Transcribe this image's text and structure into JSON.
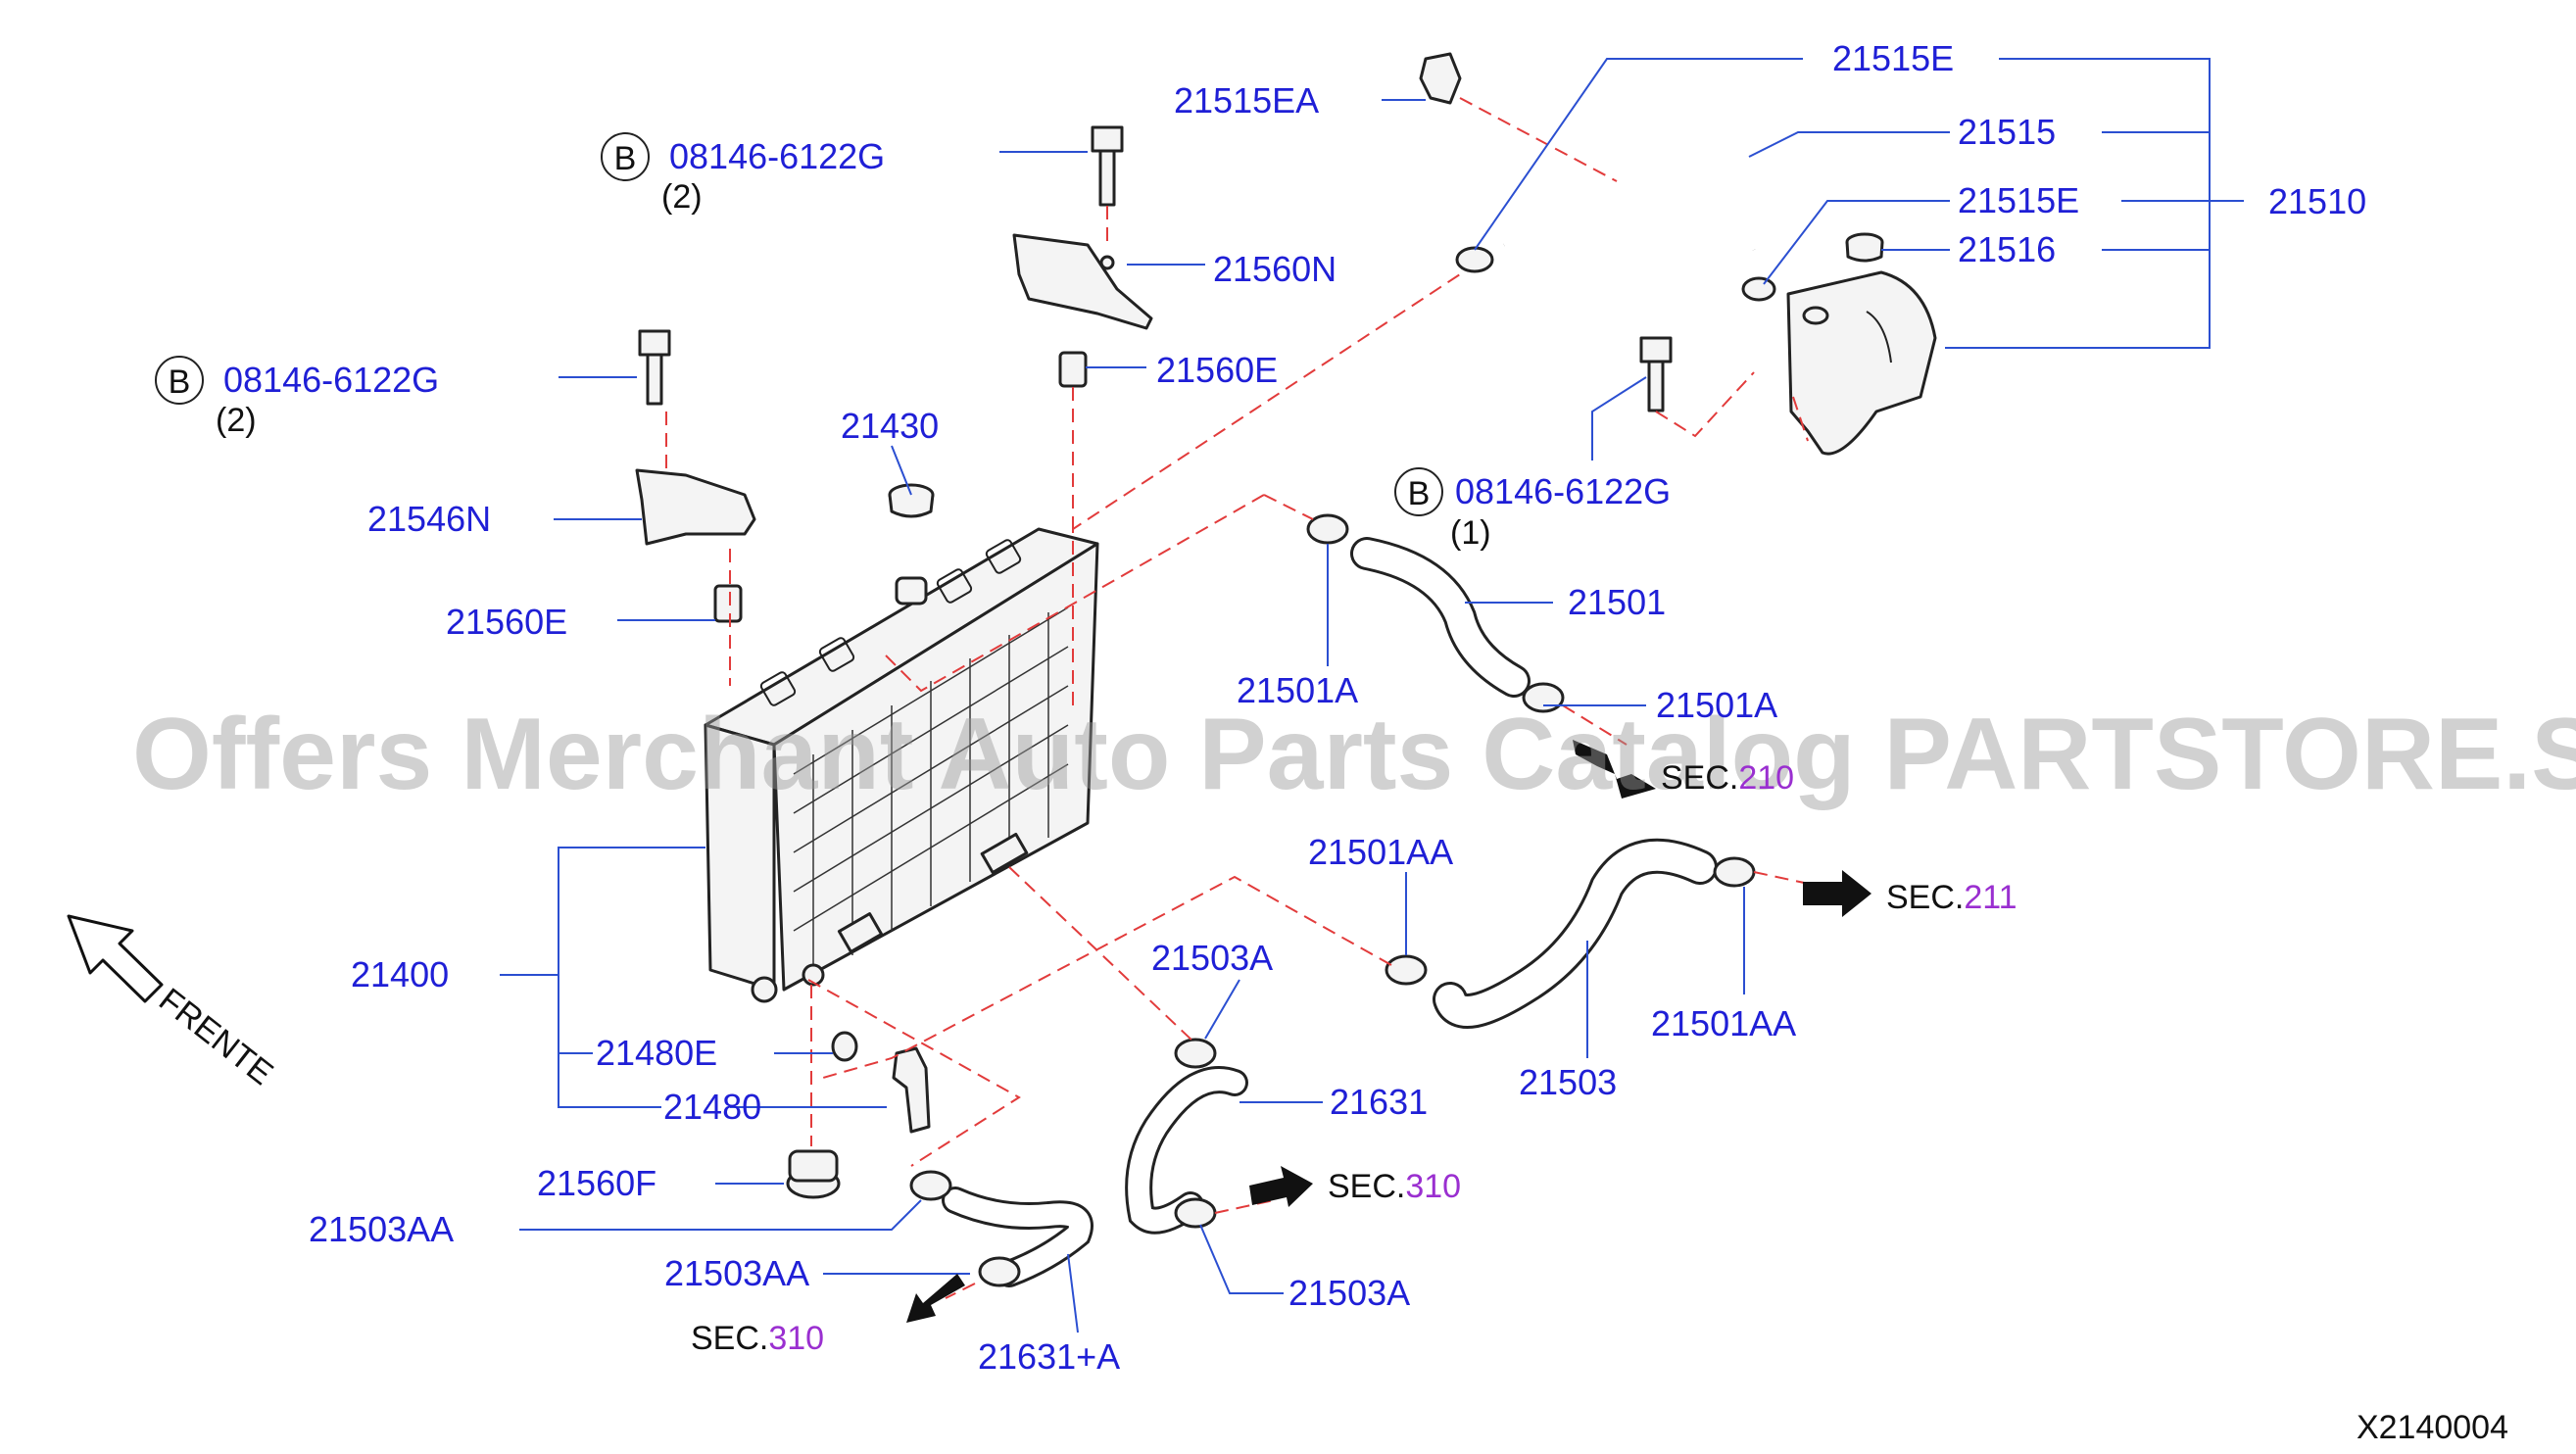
{
  "watermark": "Offers Merchant Auto Parts Catalog PARTSTORE.SA",
  "diagram_code": "X2140004",
  "direction_label": "FRENTE",
  "bolt_prefix": "B",
  "parts": {
    "p21515E_top": "21515E",
    "p21515EA": "21515EA",
    "p21515": "21515",
    "p21515E_mid": "21515E",
    "p21510": "21510",
    "p21516": "21516",
    "bolt_top_ref": "08146-6122G",
    "bolt_top_qty": "(2)",
    "p21560N": "21560N",
    "p21560E_top": "21560E",
    "bolt_left_ref": "08146-6122G",
    "bolt_left_qty": "(2)",
    "p21430": "21430",
    "p21546N": "21546N",
    "p21560E_left": "21560E",
    "bolt_right_ref": "08146-6122G",
    "bolt_right_qty": "(1)",
    "p21501": "21501",
    "p21501A_left": "21501A",
    "p21501A_right": "21501A",
    "p21501AA_top": "21501AA",
    "p21501AA_bottom": "21501AA",
    "p21503A_top": "21503A",
    "p21503A_bottom": "21503A",
    "p21503": "21503",
    "p21631": "21631",
    "p21400": "21400",
    "p21480E": "21480E",
    "p21480": "21480",
    "p21560F": "21560F",
    "p21503AA_1": "21503AA",
    "p21503AA_2": "21503AA",
    "p21631A": "21631+A"
  },
  "sections": {
    "sec_prefix": "SEC.",
    "sec210_num": "210",
    "sec211_num": "211",
    "sec310a_num": "310",
    "sec310b_num": "310"
  },
  "colors": {
    "label_blue": "#1f1fd6",
    "leader_blue": "#2b4fd1",
    "dash_red": "#e23b3b",
    "section_purple": "#9a2fd0"
  }
}
